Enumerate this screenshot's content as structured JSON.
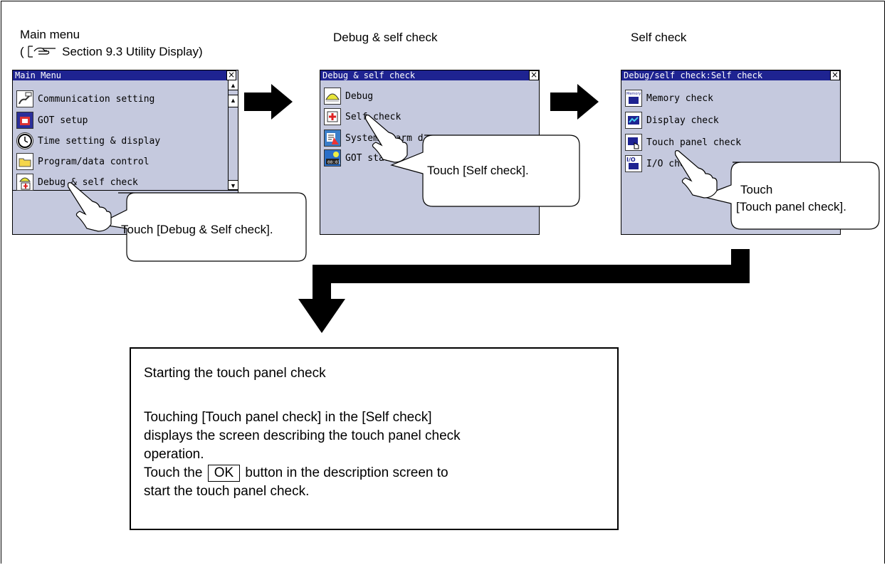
{
  "captions": {
    "main_menu": "Main menu",
    "section_ref": "Section 9.3 Utility Display)",
    "section_ref_open": "(",
    "debug_self_check": "Debug & self check",
    "self_check": "Self check"
  },
  "screen1": {
    "title": "Main Menu",
    "close": "×",
    "items": [
      {
        "label": "Communication setting",
        "icon": "communication-icon"
      },
      {
        "label": "GOT setup",
        "icon": "got-setup-icon"
      },
      {
        "label": "Time setting & display",
        "icon": "clock-icon"
      },
      {
        "label": "Program/data control",
        "icon": "folder-icon"
      },
      {
        "label": "Debug & self check",
        "icon": "debug-icon"
      }
    ],
    "callout": "Touch [Debug & Self check]."
  },
  "screen2": {
    "title": "Debug & self check",
    "close": "×",
    "items": [
      {
        "label": "Debug",
        "icon": "debug-helmet-icon"
      },
      {
        "label": "Self check",
        "icon": "self-check-icon"
      },
      {
        "label": "System alarm d",
        "icon": "system-alarm-icon"
      },
      {
        "label": "GOT start",
        "icon": "got-start-icon"
      }
    ],
    "callout": "Touch [Self check]."
  },
  "screen3": {
    "title": "Debug/self check:Self check",
    "close": "×",
    "items": [
      {
        "label": "Memory check",
        "icon": "memory-icon"
      },
      {
        "label": "Display check",
        "icon": "display-icon"
      },
      {
        "label": "Touch panel check",
        "icon": "touch-panel-icon"
      },
      {
        "label": "I/O chec",
        "icon": "io-icon"
      }
    ],
    "callout_line1": "Touch",
    "callout_line2": "[Touch panel check]."
  },
  "description": {
    "title": "Starting the touch panel check",
    "line1": "Touching [Touch panel check] in the [Self check]",
    "line2": "displays the screen describing the touch panel check",
    "line3": "operation.",
    "line4_pre": "Touch the",
    "ok_label": "OK",
    "line4_post": "button in the description screen to",
    "line5": "start the touch panel check."
  },
  "colors": {
    "screen_bg": "#c5c9de",
    "title_bar": "#1e2391"
  }
}
